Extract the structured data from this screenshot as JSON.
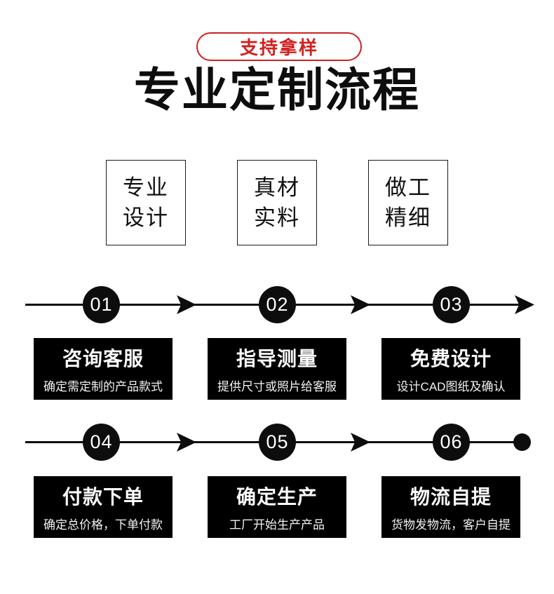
{
  "header": {
    "badge": "支持拿样",
    "title": "专业定制流程"
  },
  "features": [
    {
      "line1": "专业",
      "line2": "设计"
    },
    {
      "line1": "真材",
      "line2": "实料"
    },
    {
      "line1": "做工",
      "line2": "精细"
    }
  ],
  "steps": [
    {
      "num": "01",
      "title": "咨询客服",
      "desc": "确定需定制的产品款式"
    },
    {
      "num": "02",
      "title": "指导测量",
      "desc": "提供尺寸或照片给客服"
    },
    {
      "num": "03",
      "title": "免费设计",
      "desc": "设计CAD图纸及确认"
    },
    {
      "num": "04",
      "title": "付款下单",
      "desc": "确定总价格，下单付款"
    },
    {
      "num": "05",
      "title": "确定生产",
      "desc": "工厂开始生产产品"
    },
    {
      "num": "06",
      "title": "物流自提",
      "desc": "货物发物流，客户自提"
    }
  ],
  "colors": {
    "accent_red": "#d02121",
    "ink_black": "#0d0d0d",
    "step_box_bg": "#000000",
    "step_box_text": "#ffffff",
    "background": "#ffffff"
  }
}
